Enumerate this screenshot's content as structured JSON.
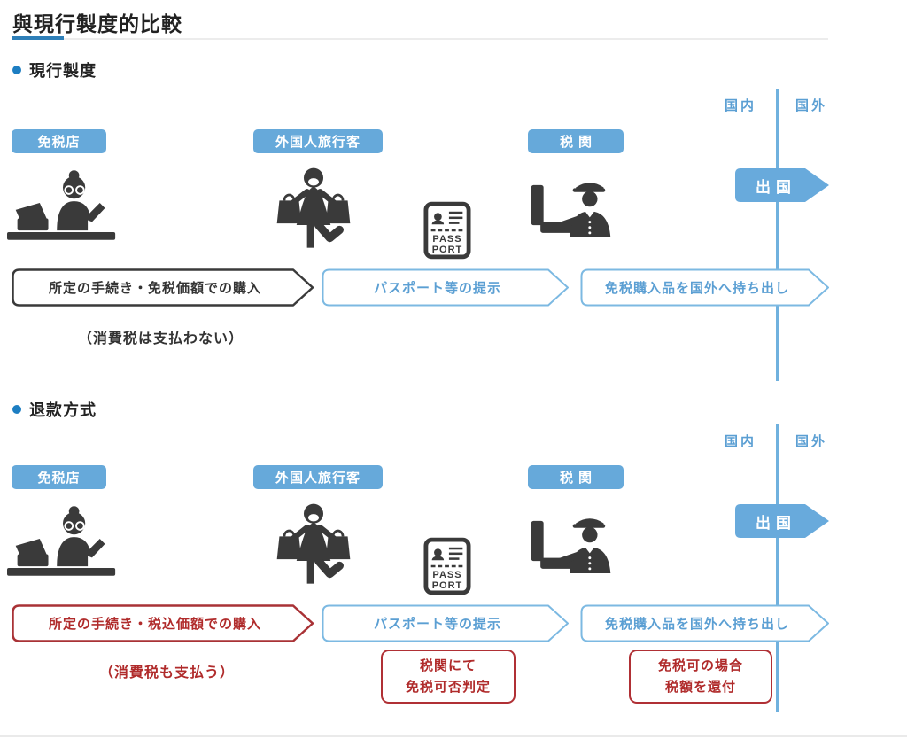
{
  "page": {
    "title": "與現行製度的比較"
  },
  "colors": {
    "accent_blue": "#66a9da",
    "blue_text": "#5b9fd3",
    "line_blue": "#70b1de",
    "red": "#b02b2b",
    "dark": "#333333"
  },
  "sections": [
    {
      "heading": "現行製度",
      "region_inside": "国内",
      "region_outside": "国外",
      "departure": "出国",
      "actor_shop": "免税店",
      "actor_tourist": "外国人旅行客",
      "actor_customs": "税関",
      "passport_line1": "PASS",
      "passport_line2": "PORT",
      "step1": "所定の手続き・免税価額での購入",
      "step2": "パスポート等の提示",
      "step3": "免税購入品を国外へ持ち出し",
      "note": "（消費税は支払わない）"
    },
    {
      "heading": "退款方式",
      "region_inside": "国内",
      "region_outside": "国外",
      "departure": "出国",
      "actor_shop": "免税店",
      "actor_tourist": "外国人旅行客",
      "actor_customs": "税関",
      "passport_line1": "PASS",
      "passport_line2": "PORT",
      "step1": "所定の手続き・税込価額での購入",
      "step2": "パスポート等の提示",
      "step3": "免税購入品を国外へ持ち出し",
      "note": "（消費税も支払う）",
      "callout1_line1": "税関にて",
      "callout1_line2": "免税可否判定",
      "callout2_line1": "免税可の場合",
      "callout2_line2": "税額を還付"
    }
  ]
}
